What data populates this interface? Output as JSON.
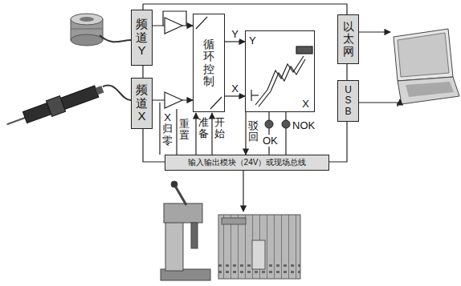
{
  "diagram": {
    "nodes": [
      {
        "text": [
          "频道Y"
        ]
      },
      {
        "text": [
          "频道X"
        ]
      },
      {
        "text": [
          "循环控制"
        ]
      },
      {
        "text": [
          "Y",
          "X"
        ]
      },
      {
        "text": [
          "以太网"
        ]
      },
      {
        "text": [
          "USB"
        ]
      },
      {
        "text": [
          "输入输出模块（24V）或现场总线"
        ]
      }
    ],
    "edges": [
      {
        "from": 0,
        "to": 2,
        "arrow": "to"
      },
      {
        "from": 1,
        "to": 2,
        "arrow": "to"
      },
      {
        "from": 2,
        "to": 3,
        "label": "Y",
        "arrow": "to"
      },
      {
        "from": 2,
        "to": 3,
        "label": "X",
        "arrow": "to"
      }
    ],
    "labels": [
      "X归零",
      "重置",
      "准备",
      "开始",
      "驳回",
      "OK",
      "NOK"
    ]
  }
}
